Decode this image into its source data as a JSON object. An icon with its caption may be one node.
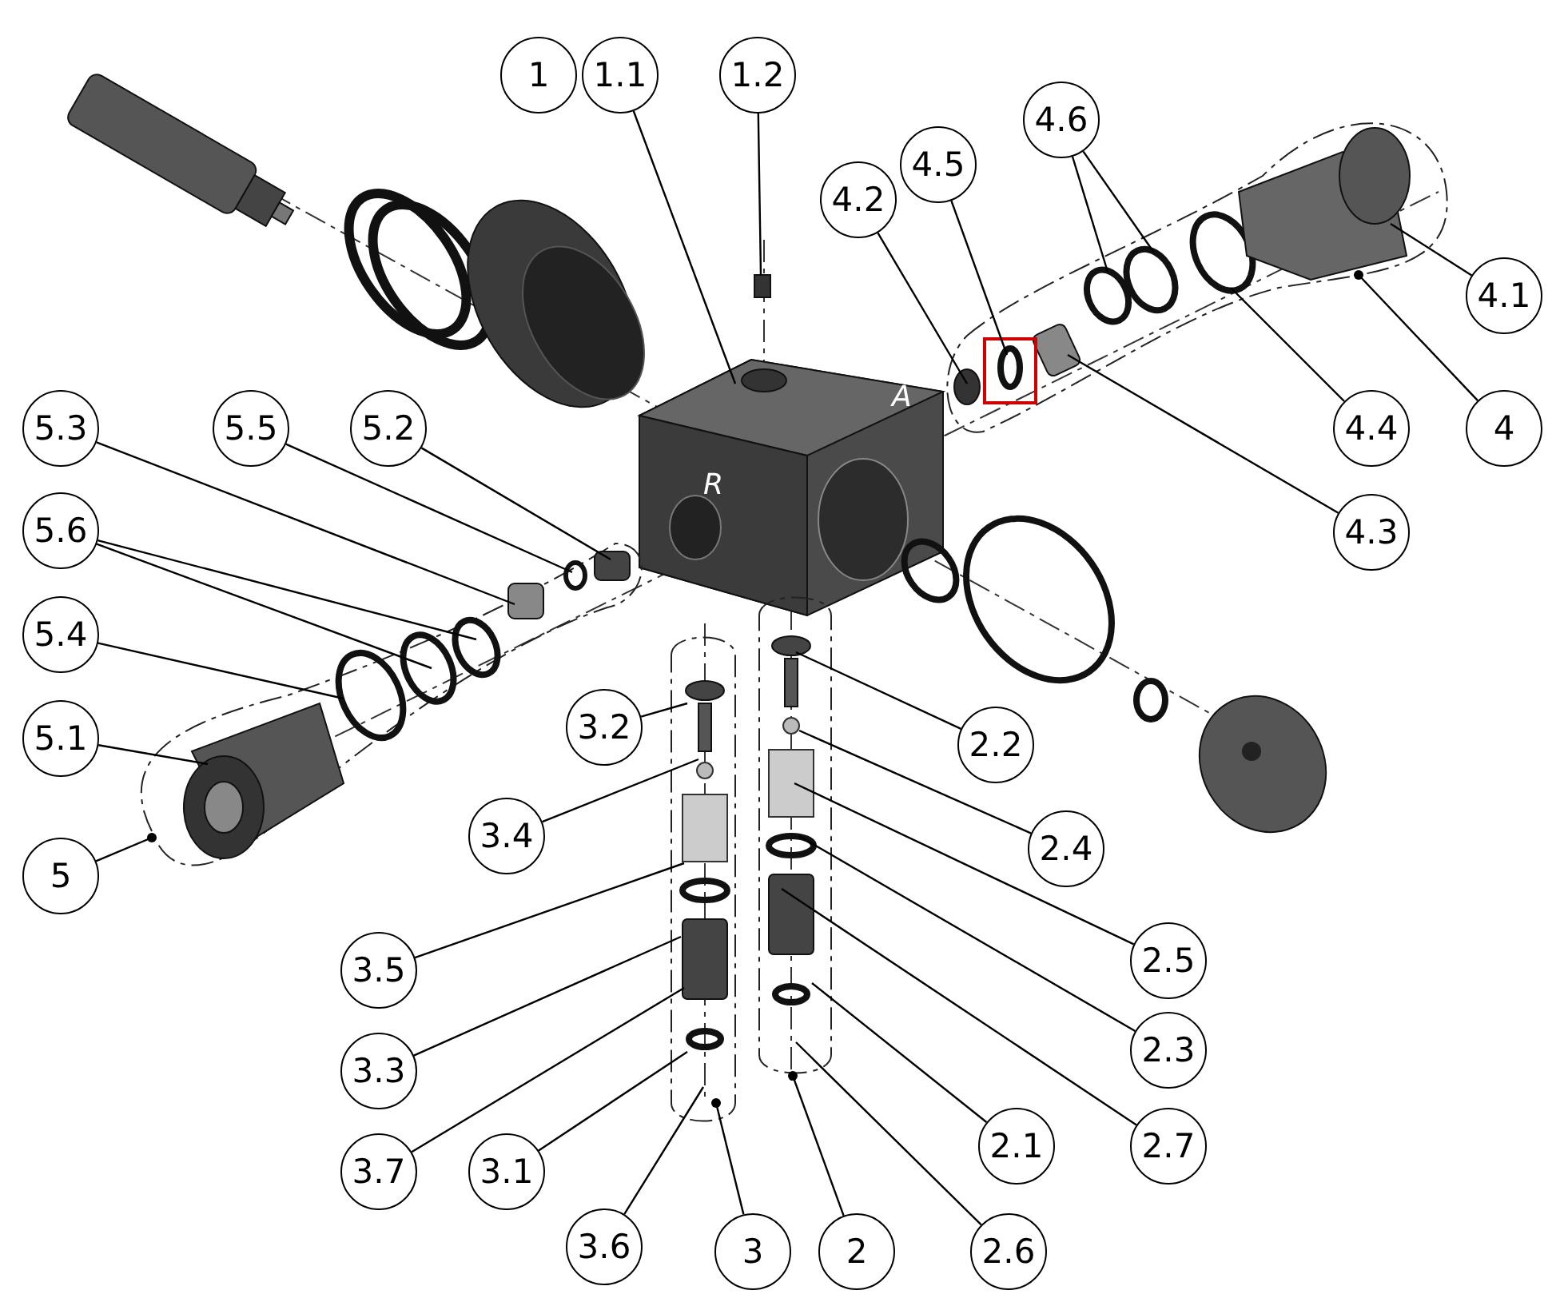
{
  "diagram": {
    "nodes": [
      {
        "text": [
          "1"
        ]
      },
      {
        "text": [
          "1.1"
        ]
      },
      {
        "text": [
          "1.2"
        ]
      },
      {
        "text": [
          "4.2"
        ]
      },
      {
        "text": [
          "4.5"
        ]
      },
      {
        "text": [
          "4.6"
        ]
      },
      {
        "text": [
          "4.1"
        ]
      },
      {
        "text": [
          "4"
        ]
      },
      {
        "text": [
          "4.4"
        ]
      },
      {
        "text": [
          "4.3"
        ]
      },
      {
        "text": [
          "5.3"
        ]
      },
      {
        "text": [
          "5.5"
        ]
      },
      {
        "text": [
          "5.2"
        ]
      },
      {
        "text": [
          "5.6"
        ]
      },
      {
        "text": [
          "5.4"
        ]
      },
      {
        "text": [
          "5.1"
        ]
      },
      {
        "text": [
          "5"
        ]
      },
      {
        "text": [
          "3.2"
        ]
      },
      {
        "text": [
          "2.2"
        ]
      },
      {
        "text": [
          "3.4"
        ]
      },
      {
        "text": [
          "2.4"
        ]
      },
      {
        "text": [
          "3.5"
        ]
      },
      {
        "text": [
          "2.5"
        ]
      },
      {
        "text": [
          "3.3"
        ]
      },
      {
        "text": [
          "2.3"
        ]
      },
      {
        "text": [
          "3.7"
        ]
      },
      {
        "text": [
          "3.1"
        ]
      },
      {
        "text": [
          "2.1"
        ]
      },
      {
        "text": [
          "2.7"
        ]
      },
      {
        "text": [
          "3.6"
        ]
      },
      {
        "text": [
          "3"
        ]
      },
      {
        "text": [
          "2"
        ]
      },
      {
        "text": [
          "2.6"
        ]
      }
    ],
    "edges": [
      {
        "from": 1,
        "to": null,
        "arrow": "none"
      },
      {
        "from": 2,
        "to": null,
        "arrow": "none"
      },
      {
        "from": 3,
        "to": null,
        "arrow": "none"
      },
      {
        "from": 4,
        "to": null,
        "arrow": "none"
      },
      {
        "from": 5,
        "to": null,
        "arrow": "none"
      },
      {
        "from": 5,
        "to": null,
        "arrow": "none"
      },
      {
        "from": 6,
        "to": null,
        "arrow": "none"
      },
      {
        "from": 7,
        "to": null,
        "arrow": "other"
      },
      {
        "from": 8,
        "to": null,
        "arrow": "none"
      },
      {
        "from": 9,
        "to": null,
        "arrow": "none"
      },
      {
        "from": 10,
        "to": null,
        "arrow": "none"
      },
      {
        "from": 11,
        "to": null,
        "arrow": "none"
      },
      {
        "from": 12,
        "to": null,
        "arrow": "none"
      },
      {
        "from": 13,
        "to": null,
        "arrow": "none"
      },
      {
        "from": 13,
        "to": null,
        "arrow": "none"
      },
      {
        "from": 14,
        "to": null,
        "arrow": "none"
      },
      {
        "from": 15,
        "to": null,
        "arrow": "none"
      },
      {
        "from": 16,
        "to": null,
        "arrow": "other"
      },
      {
        "from": 17,
        "to": null,
        "arrow": "none"
      },
      {
        "from": 18,
        "to": null,
        "arrow": "none"
      },
      {
        "from": 19,
        "to": null,
        "arrow": "none"
      },
      {
        "from": 20,
        "to": null,
        "arrow": "none"
      },
      {
        "from": 21,
        "to": null,
        "arrow": "none"
      },
      {
        "from": 22,
        "to": null,
        "arrow": "none"
      },
      {
        "from": 23,
        "to": null,
        "arrow": "none"
      },
      {
        "from": 24,
        "to": null,
        "arrow": "none"
      },
      {
        "from": 25,
        "to": null,
        "arrow": "none"
      },
      {
        "from": 26,
        "to": null,
        "arrow": "none"
      },
      {
        "from": 27,
        "to": null,
        "arrow": "none"
      },
      {
        "from": 28,
        "to": null,
        "arrow": "none"
      },
      {
        "from": 29,
        "to": null,
        "arrow": "none"
      },
      {
        "from": 30,
        "to": null,
        "arrow": "other"
      },
      {
        "from": 31,
        "to": null,
        "arrow": "other"
      },
      {
        "from": 32,
        "to": null,
        "arrow": "none"
      }
    ],
    "labels": [
      "A",
      "R"
    ]
  }
}
